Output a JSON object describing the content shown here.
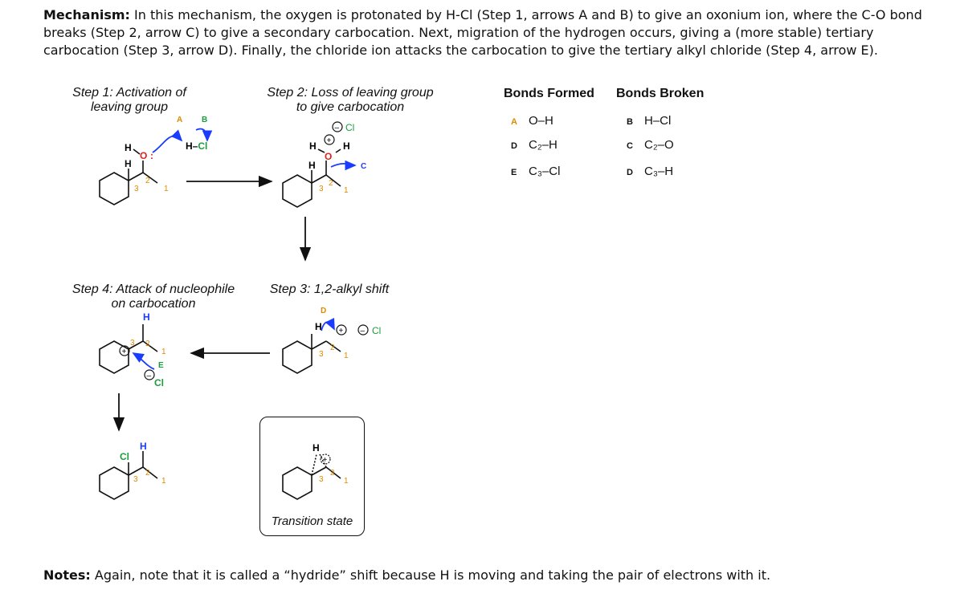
{
  "intro": {
    "label": "Mechanism:",
    "text": "In this mechanism, the oxygen is protonated by H-Cl (Step 1, arrows A and B) to give an oxonium ion, where the C-O bond breaks (Step 2, arrow C) to give a secondary carbocation. Next, migration of the hydrogen occurs, giving a (more stable) tertiary carbocation (Step 3, arrow D). Finally, the chloride ion attacks the carbocation to give the tertiary alkyl chloride (Step 4, arrow E)."
  },
  "steps": {
    "step1": [
      "Step 1: Activation of",
      "leaving group"
    ],
    "step2": [
      "Step 2: Loss of leaving group",
      "to give carbocation"
    ],
    "step3": [
      "Step 3: 1,2-alkyl shift"
    ],
    "step4": [
      "Step 4: Attack of nucleophile",
      "on carbocation"
    ],
    "transition": "Transition state"
  },
  "bonds_table": {
    "formed_header": "Bonds Formed",
    "broken_header": "Bonds Broken",
    "formed": [
      {
        "letter": "A",
        "bond": "O–H"
      },
      {
        "letter": "D",
        "bond": "C₂–H"
      },
      {
        "letter": "E",
        "bond": "C₃–Cl"
      }
    ],
    "broken": [
      {
        "letter": "B",
        "bond": "H–Cl"
      },
      {
        "letter": "C",
        "bond": "C₂–O"
      },
      {
        "letter": "D",
        "bond": "C₃–H"
      }
    ]
  },
  "atoms": {
    "H": "H",
    "O": "O",
    "Cl": "Cl",
    "HCl": "H–Cl",
    "n1": "1",
    "n2": "2",
    "n3": "3",
    "A": "A",
    "B": "B",
    "C": "C",
    "D": "D",
    "E": "E"
  },
  "colors": {
    "arrow_blue": "#1a3cff",
    "oxygen_red": "#e0201a",
    "chlorine_green": "#1a9e3a",
    "number_orange": "#e08a00",
    "letter_orange": "#e08a00",
    "letter_green": "#1a9e3a",
    "letter_blue": "#1a3cff"
  },
  "notes": {
    "label": "Notes:",
    "text": "Again, note that it is called a “hydride” shift because H is moving and taking the pair of electrons with it."
  }
}
